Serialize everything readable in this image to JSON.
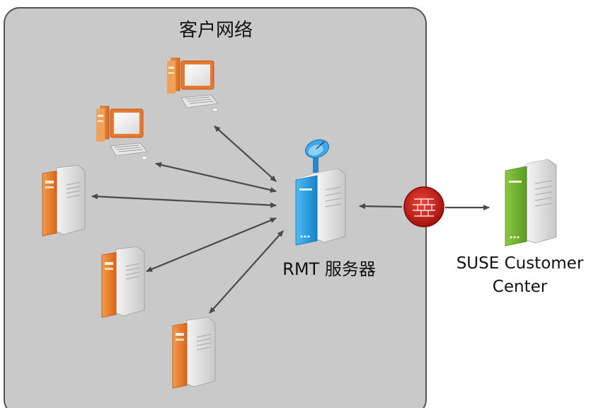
{
  "diagram": {
    "network_title": "客户网络",
    "rmt_server_label": "RMT 服务器",
    "scc_label_line1": "SUSE Customer",
    "scc_label_line2": "Center"
  },
  "icons": [
    "workstation-icon",
    "workstation-icon",
    "tower-server-icon",
    "tower-server-icon",
    "tower-server-icon",
    "rmt-server-icon",
    "satellite-dish-icon",
    "firewall-icon",
    "scc-server-icon"
  ],
  "colors": {
    "network_bg": "#c9c9c9",
    "client_orange": "#e8792a",
    "rmt_blue": "#1e9be0",
    "scc_green": "#6fae2d",
    "firewall_red": "#d9261c",
    "arrow": "#4a4a4a"
  }
}
